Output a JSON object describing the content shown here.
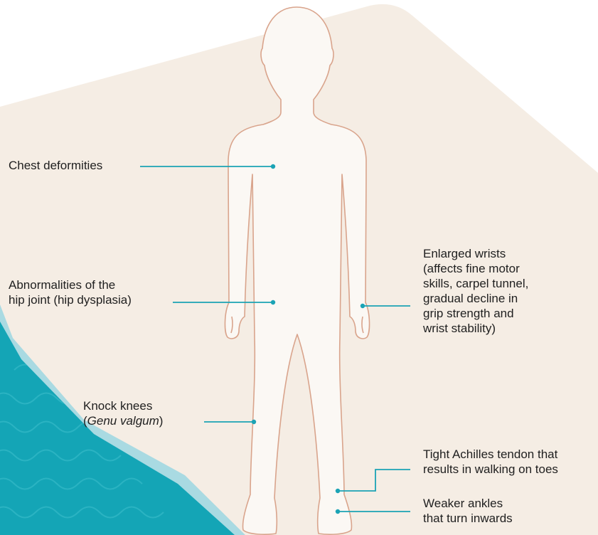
{
  "colors": {
    "background_panel": "#f5ede4",
    "body_fill": "#fbf8f4",
    "body_outline": "#d9a48c",
    "leader_line": "#1ba3b5",
    "corner_teal": "#14a5b6",
    "corner_light": "#a9dae2"
  },
  "labels": {
    "chest": "Chest deformities",
    "hip": {
      "line1": "Abnormalities of the",
      "line2": "hip joint (hip dysplasia)"
    },
    "knees": {
      "line1": "Knock knees",
      "paren_open": "(",
      "latin": "Genu valgum",
      "paren_close": ")"
    },
    "wrists": {
      "line1": "Enlarged wrists",
      "line2": "(affects fine motor",
      "line3": "skills, carpel tunnel,",
      "line4": "gradual decline in",
      "line5": "grip strength and",
      "line6": "wrist stability)"
    },
    "achilles": {
      "line1": "Tight Achilles tendon that",
      "line2": "results in walking on toes"
    },
    "ankles": {
      "line1": "Weaker ankles",
      "line2": "that turn inwards"
    }
  }
}
